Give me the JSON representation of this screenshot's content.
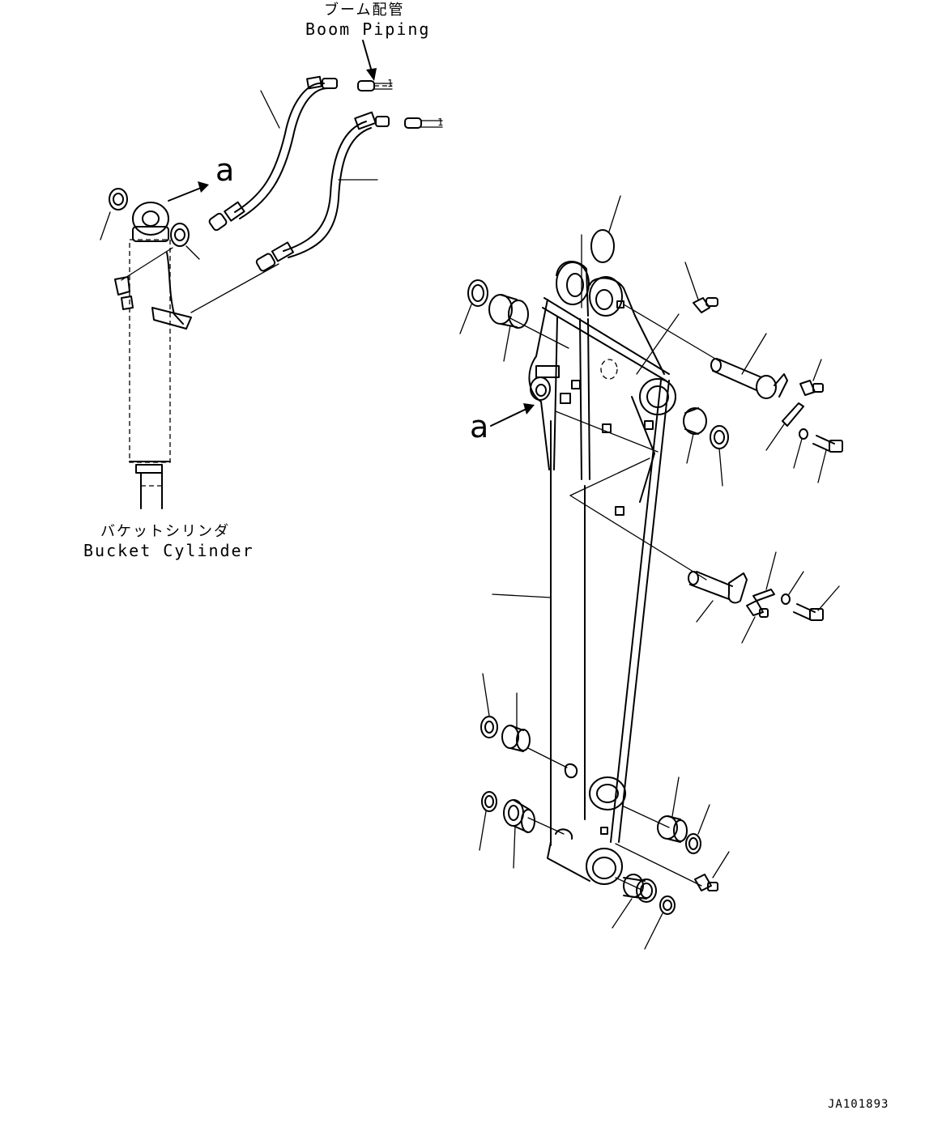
{
  "labels": {
    "boom_piping_jp": "ブーム配管",
    "boom_piping_en": "Boom Piping",
    "bucket_cylinder_jp": "バケットシリンダ",
    "bucket_cylinder_en": "Bucket Cylinder",
    "ref_a_cylinder": "a",
    "ref_a_arm": "a",
    "connector_ref_1": "1",
    "connector_ref_2": "1"
  },
  "drawing_id": "JA101893",
  "icons": [
    "arrow-icon",
    "leader-line",
    "ring-icon"
  ]
}
